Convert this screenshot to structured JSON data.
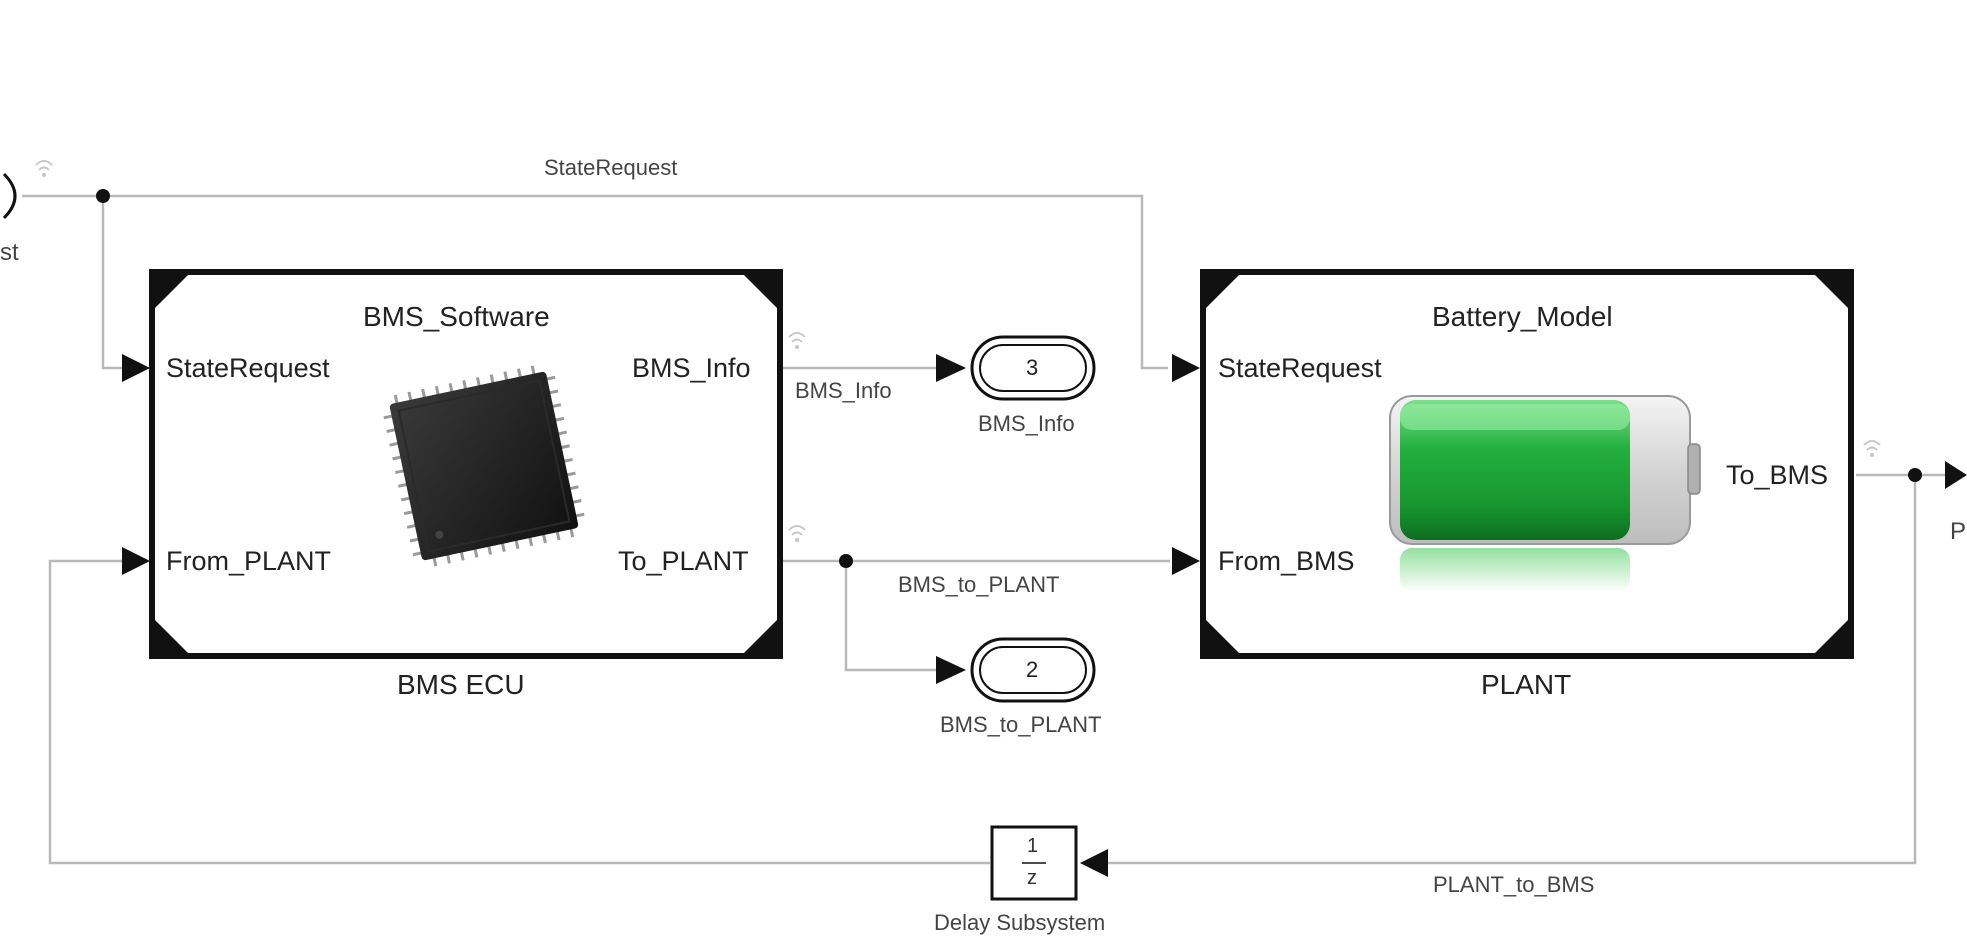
{
  "signals": {
    "state_request": "StateRequest",
    "bms_info": "BMS_Info",
    "bms_to_plant": "BMS_to_PLANT",
    "plant_to_bms": "PLANT_to_BMS"
  },
  "left_inport": {
    "label_fragment": "st"
  },
  "right_outport": {
    "label_fragment": "P"
  },
  "bms_ecu": {
    "title": "BMS_Software",
    "name": "BMS ECU",
    "inputs": [
      "StateRequest",
      "From_PLANT"
    ],
    "outputs": [
      "BMS_Info",
      "To_PLANT"
    ],
    "icon": "microchip-icon"
  },
  "plant": {
    "title": "Battery_Model",
    "name": "PLANT",
    "inputs": [
      "StateRequest",
      "From_BMS"
    ],
    "outputs": [
      "To_BMS"
    ],
    "icon": "battery-icon",
    "battery_color": "#1fa83a"
  },
  "outports": [
    {
      "number": "3",
      "name": "BMS_Info"
    },
    {
      "number": "2",
      "name": "BMS_to_PLANT"
    }
  ],
  "delay": {
    "numerator": "1",
    "denominator": "z",
    "name": "Delay Subsystem"
  },
  "colors": {
    "line": "#b5b5b5",
    "arrow": "#111111",
    "block_border": "#111111"
  }
}
